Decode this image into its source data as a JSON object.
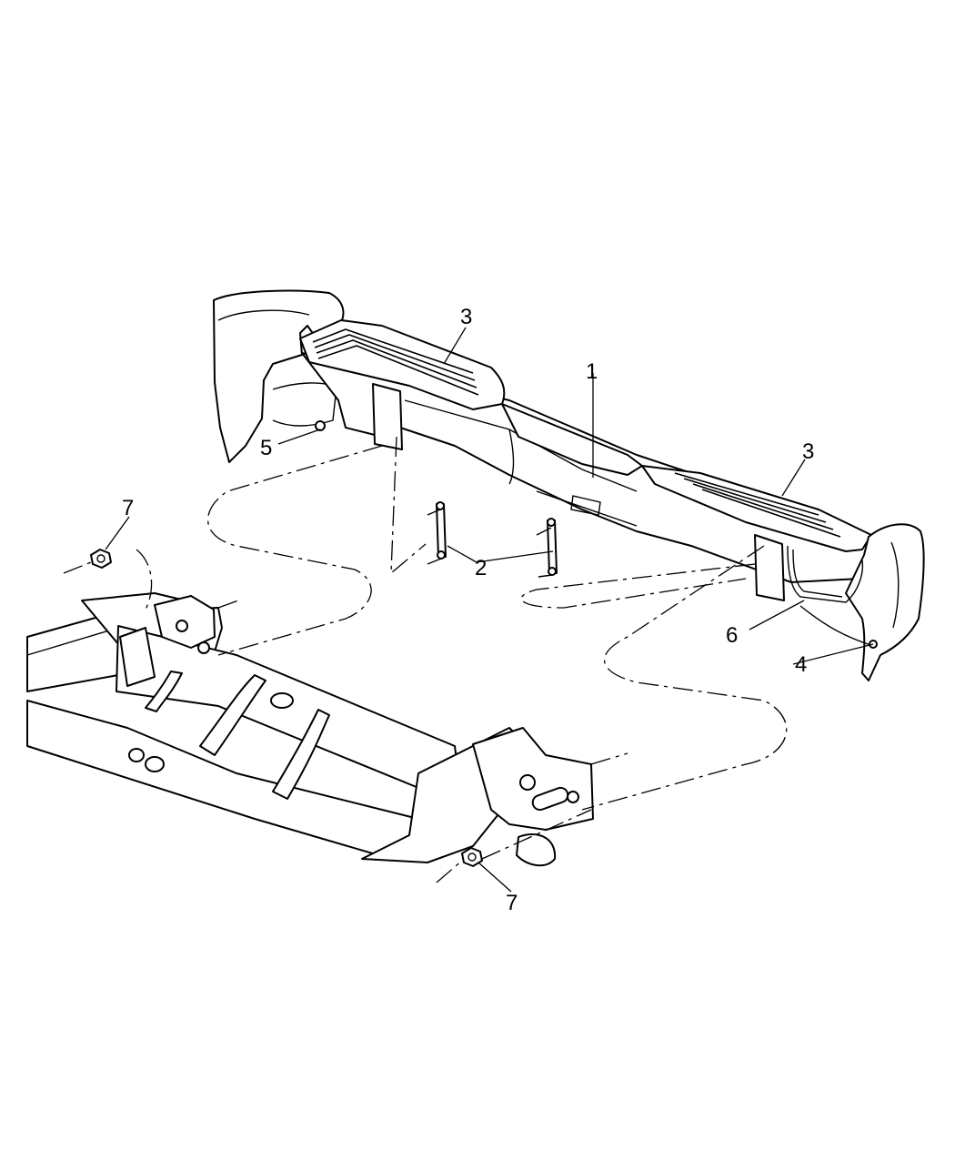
{
  "callouts": [
    {
      "id": "1",
      "label": "1"
    },
    {
      "id": "2",
      "label": "2"
    },
    {
      "id": "3a",
      "label": "3"
    },
    {
      "id": "3b",
      "label": "3"
    },
    {
      "id": "4",
      "label": "4"
    },
    {
      "id": "5",
      "label": "5"
    },
    {
      "id": "6",
      "label": "6"
    },
    {
      "id": "7a",
      "label": "7"
    },
    {
      "id": "7b",
      "label": "7"
    }
  ],
  "colors": {
    "line": "#000000",
    "background": "#ffffff"
  }
}
